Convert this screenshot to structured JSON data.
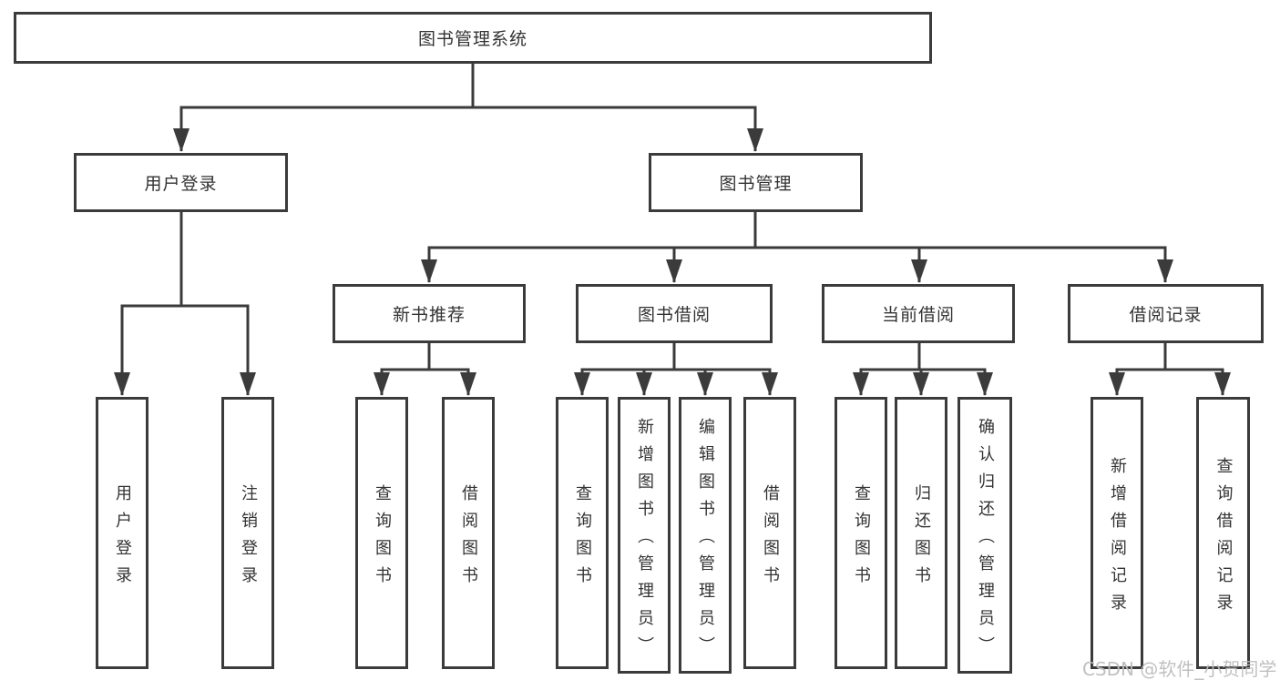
{
  "diagram": {
    "root": {
      "label": "图书管理系统"
    },
    "level2": [
      {
        "label": "用户登录"
      },
      {
        "label": "图书管理"
      }
    ],
    "level3": [
      {
        "label": "新书推荐"
      },
      {
        "label": "图书借阅"
      },
      {
        "label": "当前借阅"
      },
      {
        "label": "借阅记录"
      }
    ],
    "leaves": [
      {
        "label": "用户登录"
      },
      {
        "label": "注销登录"
      },
      {
        "label": "查询图书"
      },
      {
        "label": "借阅图书"
      },
      {
        "label": "查询图书"
      },
      {
        "label": "新增图书（管理员）"
      },
      {
        "label": "编辑图书（管理员）"
      },
      {
        "label": "借阅图书"
      },
      {
        "label": "查询图书"
      },
      {
        "label": "归还图书"
      },
      {
        "label": "确认归还（管理员）"
      },
      {
        "label": "新增借阅记录"
      },
      {
        "label": "查询借阅记录"
      }
    ]
  },
  "watermark": {
    "text": "CSDN @软件_小贺同学"
  },
  "colors": {
    "line": "#3b3b3b",
    "text": "#333333",
    "watermark": "#bdbdbd",
    "boxfill": "#ffffff",
    "background": "#ffffff"
  }
}
